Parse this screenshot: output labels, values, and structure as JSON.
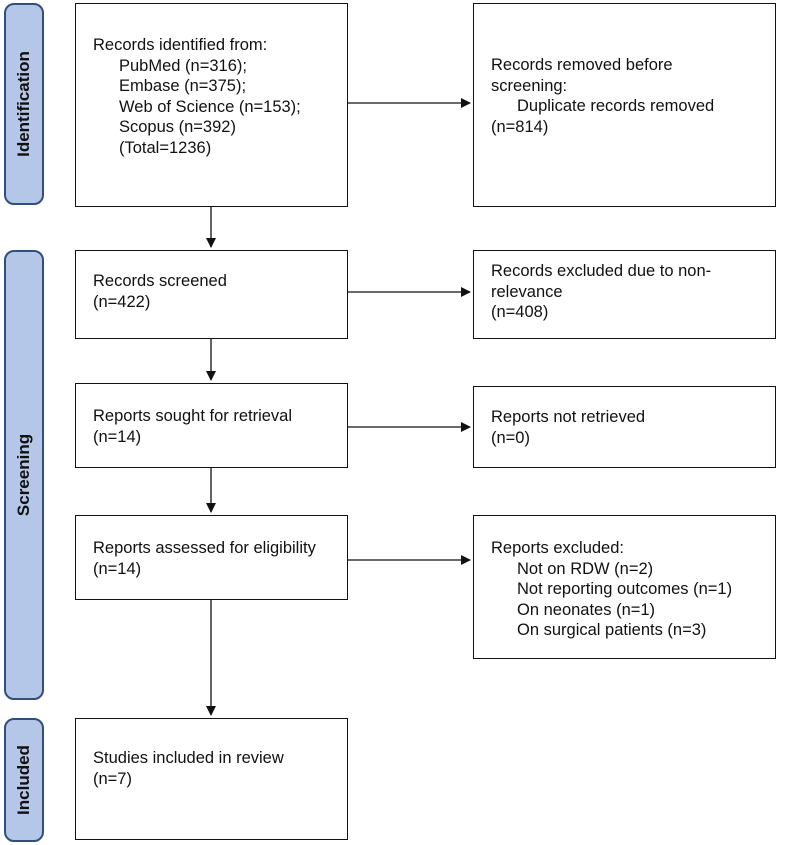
{
  "stages": {
    "identification": "Identification",
    "screening": "Screening",
    "included": "Included"
  },
  "boxes": {
    "records_identified": {
      "title": "Records identified from:",
      "items": [
        "PubMed (n=316);",
        "Embase (n=375);",
        "Web of Science (n=153);",
        "Scopus (n=392)",
        "(Total=1236)"
      ]
    },
    "records_removed": {
      "line1": "Records removed before",
      "line2": "screening:",
      "items": [
        "Duplicate records removed"
      ],
      "count": "(n=814)"
    },
    "records_screened": {
      "title": "Records screened",
      "count": "(n=422)"
    },
    "records_excluded": {
      "line1": "Records excluded due to non-",
      "line2": "relevance",
      "count": "(n=408)"
    },
    "reports_sought": {
      "title": "Reports sought for retrieval",
      "count": "(n=14)"
    },
    "reports_not_retrieved": {
      "title": "Reports not retrieved",
      "count": "(n=0)"
    },
    "reports_assessed": {
      "title": "Reports assessed for eligibility",
      "count": "(n=14)"
    },
    "reports_excluded": {
      "title": "Reports excluded:",
      "items": [
        "Not on RDW (n=2)",
        "Not reporting outcomes (n=1)",
        "On neonates (n=1)",
        "On surgical patients (n=3)"
      ]
    },
    "studies_included": {
      "title": "Studies included in review",
      "count": "(n=7)"
    }
  }
}
